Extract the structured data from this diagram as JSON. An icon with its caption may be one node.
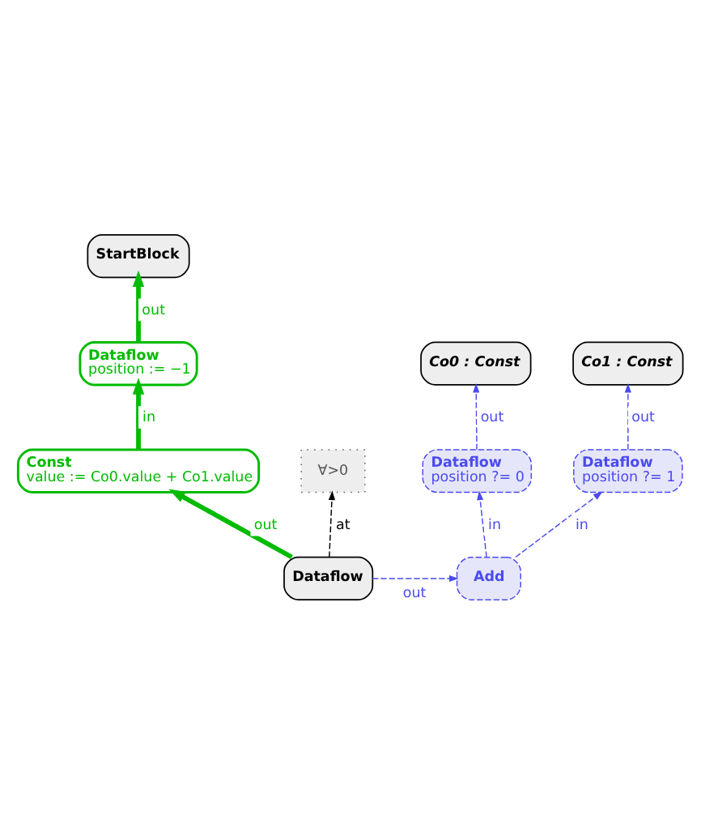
{
  "diagram": {
    "nodes": [
      {
        "text": [
          "StartBlock"
        ]
      },
      {
        "text": [
          "Dataflow",
          "position := −1"
        ]
      },
      {
        "text": [
          "Const",
          "value := Co0.value + Co1.value"
        ]
      },
      {
        "text": [
          "Co0 : Const"
        ]
      },
      {
        "text": [
          "Co1 : Const"
        ]
      },
      {
        "text": [
          "Dataflow",
          "position ?= 0"
        ]
      },
      {
        "text": [
          "Dataflow",
          "position ?= 1"
        ]
      },
      {
        "text": [
          "Add"
        ]
      },
      {
        "text": [
          "Dataflow"
        ]
      },
      {
        "text": [
          "∀>0"
        ]
      }
    ],
    "edges": [
      {
        "from": 1,
        "to": 0,
        "arrow": "to",
        "label": "out",
        "style": "thick",
        "color": "#00bb00"
      },
      {
        "from": 2,
        "to": 1,
        "arrow": "to",
        "label": "in",
        "style": "thick",
        "color": "#00bb00"
      },
      {
        "from": 8,
        "to": 2,
        "arrow": "to",
        "label": "out",
        "style": "thick",
        "color": "#00bb00"
      },
      {
        "from": 5,
        "to": 3,
        "arrow": "to",
        "label": "out",
        "style": "dashed"
      },
      {
        "from": 6,
        "to": 4,
        "arrow": "to",
        "label": "out",
        "style": "dashed"
      },
      {
        "from": 7,
        "to": 5,
        "arrow": "to",
        "label": "in",
        "style": "dashed"
      },
      {
        "from": 7,
        "to": 6,
        "arrow": "to",
        "label": "in",
        "style": "dashed"
      },
      {
        "from": 8,
        "to": 7,
        "arrow": "to",
        "label": "out",
        "style": "dashed"
      },
      {
        "from": 8,
        "to": 9,
        "arrow": "to",
        "label": "at",
        "style": "dashed",
        "color": "#000000"
      }
    ]
  }
}
